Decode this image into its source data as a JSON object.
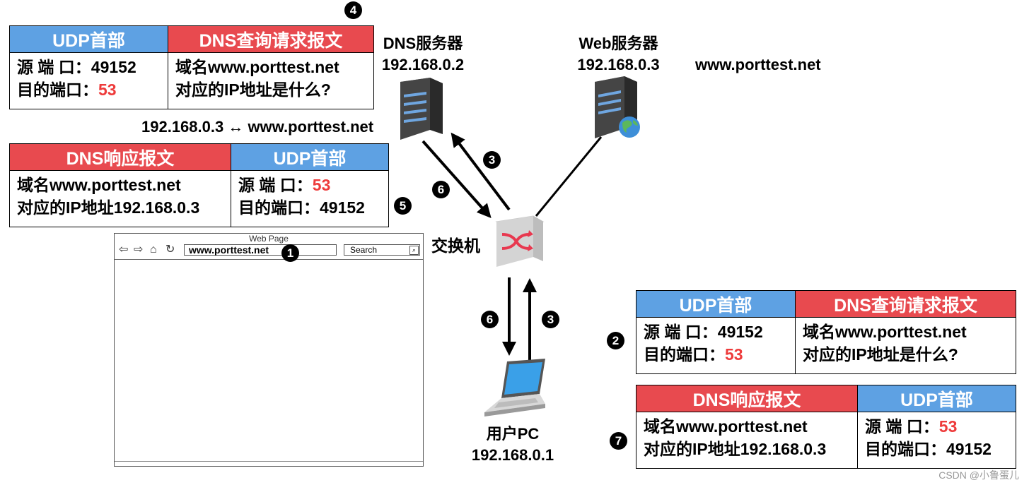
{
  "packets": {
    "q1": {
      "udp_header": "UDP首部",
      "dns_title": "DNS查询请求报文",
      "src_port": "源 端 口：49152",
      "dst_port_label": "目的端口：",
      "dst_port_value": "53",
      "domain_line": "域名www.porttest.net",
      "question_line": "对应的IP地址是什么?"
    },
    "r1": {
      "dns_title": "DNS响应报文",
      "udp_header": "UDP首部",
      "domain_line": "域名www.porttest.net",
      "answer_line": "对应的IP地址192.168.0.3",
      "src_port_label": "源 端 口：",
      "src_port_value": "53",
      "dst_port": "目的端口：49152"
    },
    "q2": {
      "udp_header": "UDP首部",
      "dns_title": "DNS查询请求报文",
      "src_port": "源 端 口：49152",
      "dst_port_label": "目的端口：",
      "dst_port_value": "53",
      "domain_line": "域名www.porttest.net",
      "question_line": "对应的IP地址是什么?"
    },
    "r2": {
      "dns_title": "DNS响应报文",
      "udp_header": "UDP首部",
      "domain_line": "域名www.porttest.net",
      "answer_line": "对应的IP地址192.168.0.3",
      "src_port_label": "源 端 口：",
      "src_port_value": "53",
      "dst_port": "目的端口：49152"
    }
  },
  "mapping_line": "192.168.0.3 ↔ www.porttest.net",
  "dns_server": {
    "name": "DNS服务器",
    "ip": "192.168.0.2"
  },
  "web_server": {
    "name": "Web服务器",
    "ip": "192.168.0.3",
    "domain": "www.porttest.net"
  },
  "switch": {
    "name": "交换机"
  },
  "user_pc": {
    "name": "用户PC",
    "ip": "192.168.0.1"
  },
  "browser": {
    "title": "Web Page",
    "url": "www.porttest.net",
    "search_placeholder": "Search"
  },
  "steps": {
    "s1": "1",
    "s2": "2",
    "s3a": "3",
    "s3b": "3",
    "s4": "4",
    "s5": "5",
    "s6a": "6",
    "s6b": "6",
    "s7": "7"
  },
  "credit": "CSDN @小鲁蛋儿",
  "colors": {
    "udp_blue": "#5ea1e3",
    "dns_red": "#e84a4f",
    "port_red": "#ee3b3b"
  }
}
